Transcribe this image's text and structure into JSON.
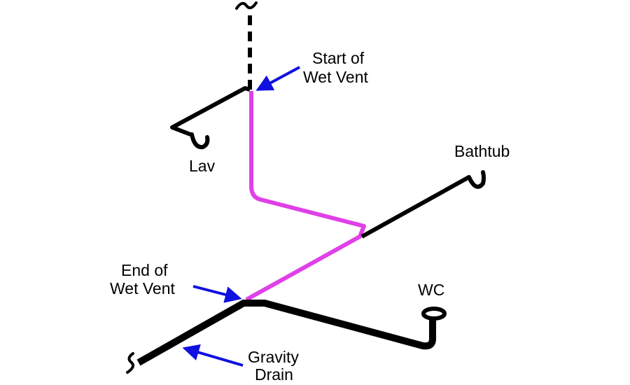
{
  "diagram": {
    "type": "plumbing-isometric",
    "labels": {
      "start_wet_vent": [
        "Start of",
        "Wet Vent"
      ],
      "lav": "Lav",
      "bathtub": "Bathtub",
      "end_wet_vent": [
        "End of",
        "Wet Vent"
      ],
      "wc": "WC",
      "gravity_drain": [
        "Gravity",
        "Drain"
      ]
    },
    "colors": {
      "pipe": "#000000",
      "wet_vent": "#e040e8",
      "arrow": "#1010e0",
      "background": "#ffffff"
    }
  }
}
